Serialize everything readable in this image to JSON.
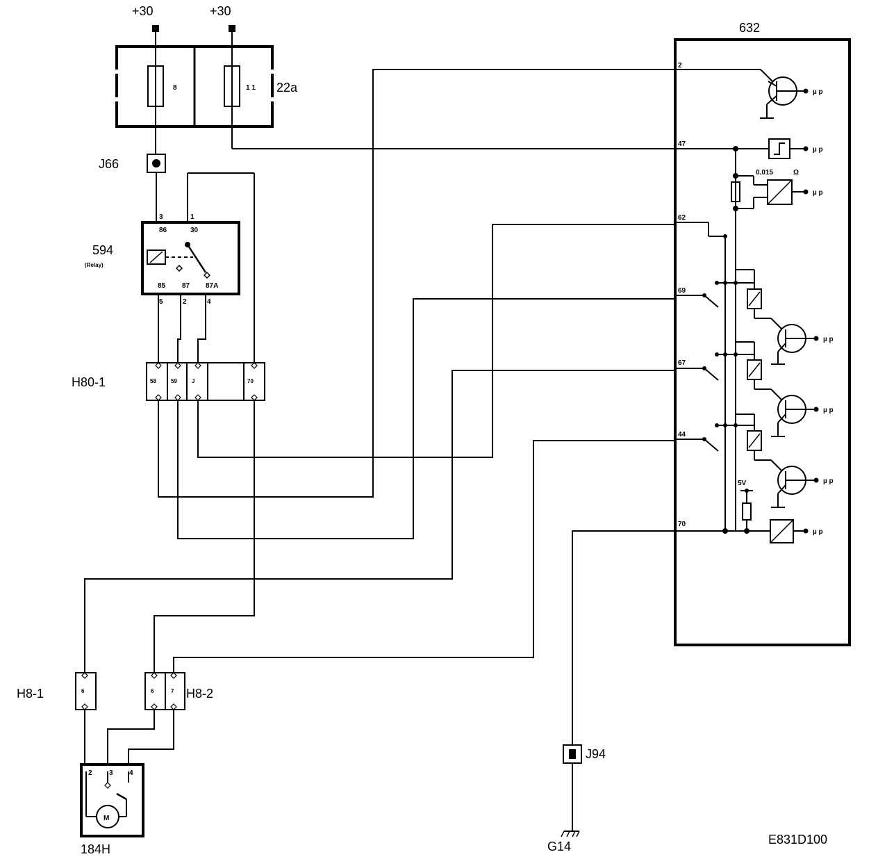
{
  "supply": {
    "left": "+30",
    "right": "+30"
  },
  "fuse_box": {
    "label": "22a",
    "fuses": [
      {
        "number": "8"
      },
      {
        "number": "1 1"
      }
    ]
  },
  "splice_top": {
    "label": "J66"
  },
  "relay": {
    "label": "594",
    "sublabel": "(Relay)",
    "top_pins": [
      "3",
      "1"
    ],
    "top_terminals": [
      "86",
      "30"
    ],
    "bottom_terminals": [
      "85",
      "87",
      "87A"
    ],
    "bottom_pins": [
      "5",
      "2",
      "4"
    ]
  },
  "connector_h80": {
    "label": "H80-1",
    "cavities": [
      "58",
      "59",
      "J",
      "",
      "70"
    ]
  },
  "connector_h8_1": {
    "label": "H8-1",
    "cavities": [
      "6"
    ]
  },
  "connector_h8_2": {
    "label": "H8-2",
    "cavities": [
      "6",
      "7"
    ]
  },
  "motor": {
    "label": "184H",
    "pins": [
      "2",
      "3",
      "4"
    ],
    "symbol": "M"
  },
  "splice_bottom": {
    "label": "J94"
  },
  "ground": {
    "label": "G14"
  },
  "control_unit": {
    "label": "632",
    "pins": [
      "2",
      "47",
      "62",
      "69",
      "67",
      "44",
      "70"
    ],
    "resistance": "0.015",
    "ohm": "Ω",
    "voltage": "5V",
    "mp": "µ p"
  },
  "figure_code": "E831D100"
}
